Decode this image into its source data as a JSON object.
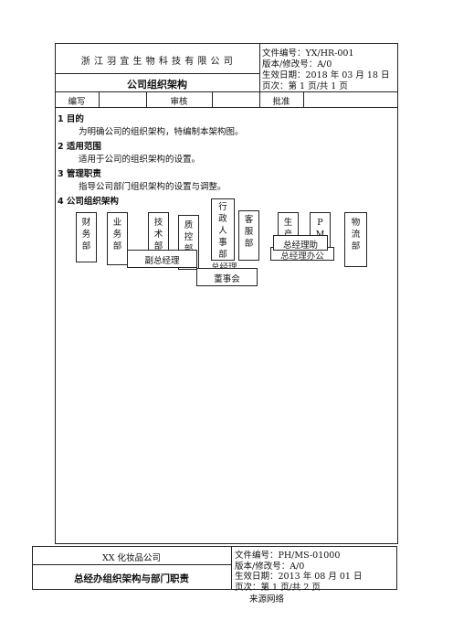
{
  "header": {
    "company": "浙 江 羽 宜 生 物 科 技 有 限 公 司",
    "doc_no": "文件编号：YX/HR-001",
    "version": "版本/修改号：A/0",
    "effective": "生效日期：2018 年 03 月 18 日",
    "page": "页次：第 1 页/共 1 页",
    "title": "公司组织架构",
    "row_labels": {
      "write": "编写",
      "review": "审核",
      "approve": "批准"
    }
  },
  "body": {
    "s1_heading": "1 目的",
    "s1_text": "为明确公司的组织架构，特编制本架构图。",
    "s2_heading": "2 适用范围",
    "s2_text": "适用于公司的组织架构的设置。",
    "s3_heading": "3 管理职责",
    "s3_text": "指导公司部门组织架构的设置与调整。",
    "s4_heading": "4 公司组织架构"
  },
  "org": {
    "departments": [
      [
        "财",
        "务",
        "部"
      ],
      [
        "业",
        "务",
        "部"
      ],
      [
        "技",
        "术",
        "部"
      ],
      [
        "质",
        "控",
        "部"
      ],
      [
        "行",
        "政",
        "人",
        "事",
        "部"
      ],
      [
        "客",
        "服",
        "部"
      ],
      [
        "生",
        "产"
      ],
      [
        "P",
        "M"
      ],
      [
        "物",
        "流",
        "部"
      ]
    ],
    "deputy_gm": "副总经理",
    "gm_assistant": "总经理助",
    "gm_office": "总经理办公",
    "gm": "总经理",
    "board": "董事会"
  },
  "footer": {
    "company": "XX 化妆品公司",
    "doc_no": "文件编号：PH/MS-01000",
    "version": "版本/修改号：A/0",
    "effective": "生效日期：2013 年 08 月 01 日",
    "page": "页次：第 1 页/共 2 页",
    "title": "总经办组织架构与部门职责",
    "source": "来源网络"
  }
}
